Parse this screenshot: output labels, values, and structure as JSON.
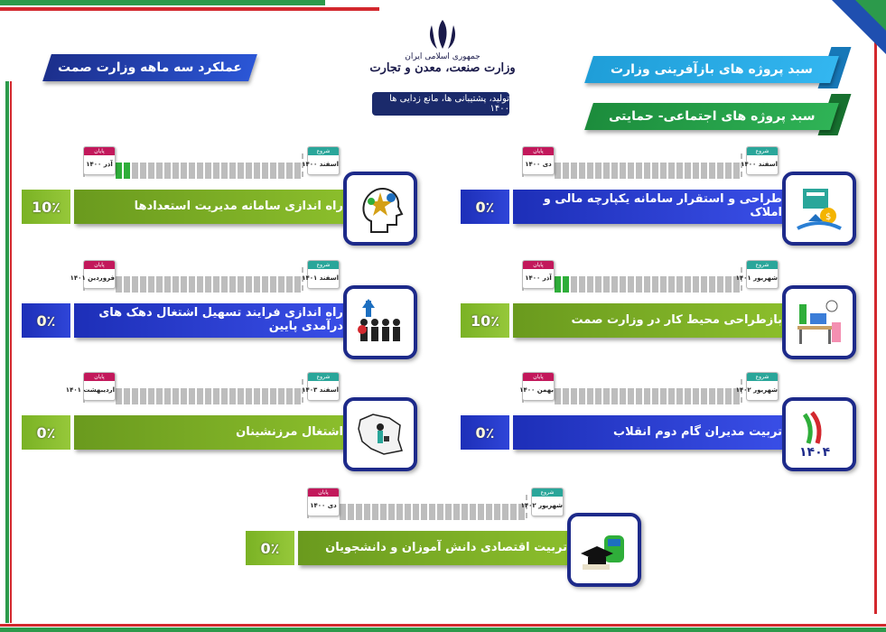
{
  "header": {
    "left_banner": "عملکرد سه ماهه وزارت صمت",
    "right_banner_1": "سبد پروژه های بازآفرینی وزارت",
    "right_banner_2": "سبد پروژه های اجتماعی- حمایتی",
    "logo_line1": "جمهوری اسلامی ایران",
    "logo_line2": "وزارت صنعت، معدن و تجارت",
    "slogan": "تولید، پشتیبانی ها، مانع زدایی ها ۱۴۰۰"
  },
  "calendar_labels": {
    "start": "شروع",
    "end": "پایان"
  },
  "projects": [
    {
      "title": "طراحی و استقرار سامانه یکپارچه مالی و املاک",
      "percent": "0٪",
      "start": "اسفند ۱۴۰۰",
      "end": "دی ۱۴۰۰",
      "progress": 0,
      "bar_color": "blue",
      "icon": "finance-house-icon"
    },
    {
      "title": "راه اندازی سامانه مدیریت استعدادها",
      "percent": "10٪",
      "start": "اسفند ۱۴۰۰",
      "end": "آذر ۱۴۰۰",
      "progress": 0.1,
      "bar_color": "green",
      "icon": "talent-head-icon"
    },
    {
      "title": "بازطراحی محیط کار در وزارت صمت",
      "percent": "10٪",
      "start": "شهریور ۱۴۰۱",
      "end": "آذر ۱۴۰۰",
      "progress": 0.1,
      "bar_color": "green",
      "icon": "workspace-desk-icon"
    },
    {
      "title": "راه اندازی فرایند تسهیل اشتغال دهک های درآمدی پایین",
      "percent": "0٪",
      "start": "اسفند ۱۴۰۱",
      "end": "فروردین ۱۴۰۱",
      "progress": 0,
      "bar_color": "blue",
      "icon": "people-growth-icon"
    },
    {
      "title": "تربیت مدیران گام دوم انقلاب",
      "percent": "0٪",
      "start": "شهریور ۱۴۰۲",
      "end": "بهمن ۱۴۰۰",
      "progress": 0,
      "bar_color": "blue",
      "icon": "iran-flag-1404-icon"
    },
    {
      "title": "اشتغال مرزنشینان",
      "percent": "0٪",
      "start": "اسفند ۱۴۰۳",
      "end": "اردیبهشت ۱۴۰۱",
      "progress": 0,
      "bar_color": "green",
      "icon": "iran-map-icon"
    },
    {
      "title": "تربیت اقتصادی دانش آموزان و دانشجویان",
      "percent": "0٪",
      "start": "شهریور ۱۴۰۲",
      "end": "دی ۱۴۰۰",
      "progress": 0,
      "bar_color": "green",
      "icon": "graduation-bag-icon"
    }
  ],
  "colors": {
    "blue": "#1d2fb8",
    "green": "#7ab224",
    "frame_green": "#2c9a4b",
    "frame_red": "#d3282e",
    "progress_on": "#2fae3a",
    "progress_off": "#bdbdbd"
  }
}
